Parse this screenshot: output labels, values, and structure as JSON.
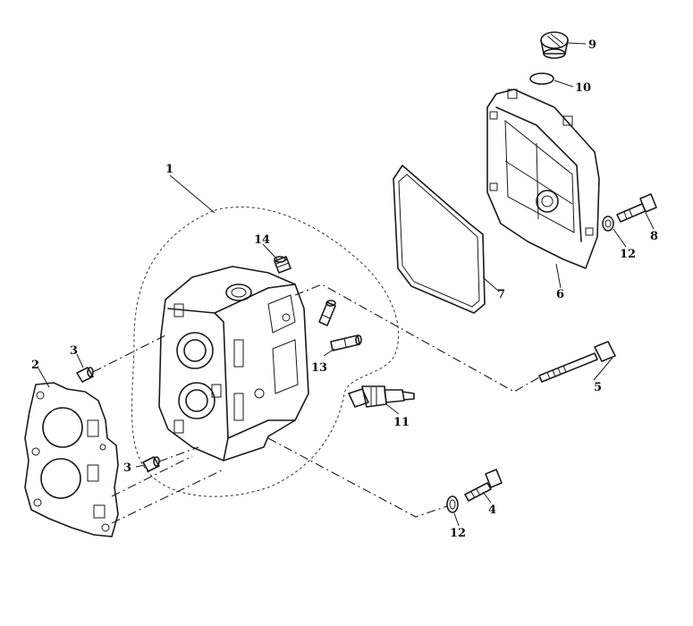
{
  "labels": {
    "p1": "1",
    "p2": "2",
    "p3a": "3",
    "p3b": "3",
    "p4": "4",
    "p5": "5",
    "p6": "6",
    "p7": "7",
    "p8": "8",
    "p9": "9",
    "p10": "10",
    "p11": "11",
    "p12a": "12",
    "p12b": "12",
    "p13": "13",
    "p14": "14"
  }
}
